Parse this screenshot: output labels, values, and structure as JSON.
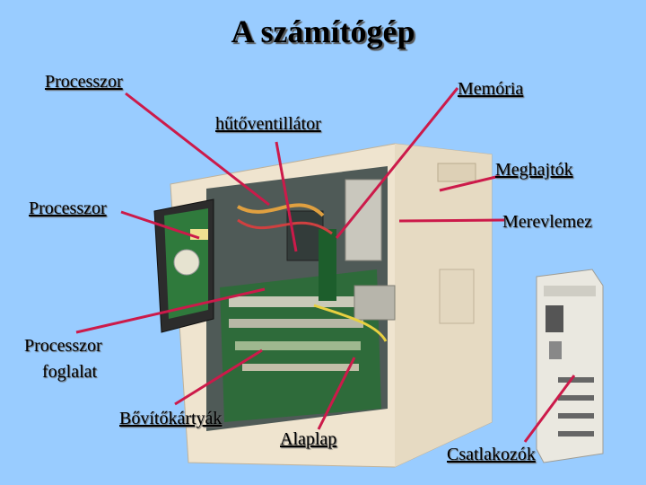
{
  "title": "A számítógép",
  "labels": {
    "processzor_top": "Processzor",
    "memoria": "Memória",
    "hutoventillator": "hűtőventillátor",
    "meghajtok": "Meghajtók",
    "processzor_left": "Processzor",
    "merevlemez": "Merevlemez",
    "processzor_foglalat_1": "Processzor",
    "processzor_foglalat_2": "foglalat",
    "bovitokartyak": "Bővítőkártyák",
    "alaplap": "Alaplap",
    "csatlakozok": "Csatlakozók"
  },
  "colors": {
    "background": "#99ccff",
    "pointer": "#cc1a4a",
    "case": "#efe4cf"
  }
}
